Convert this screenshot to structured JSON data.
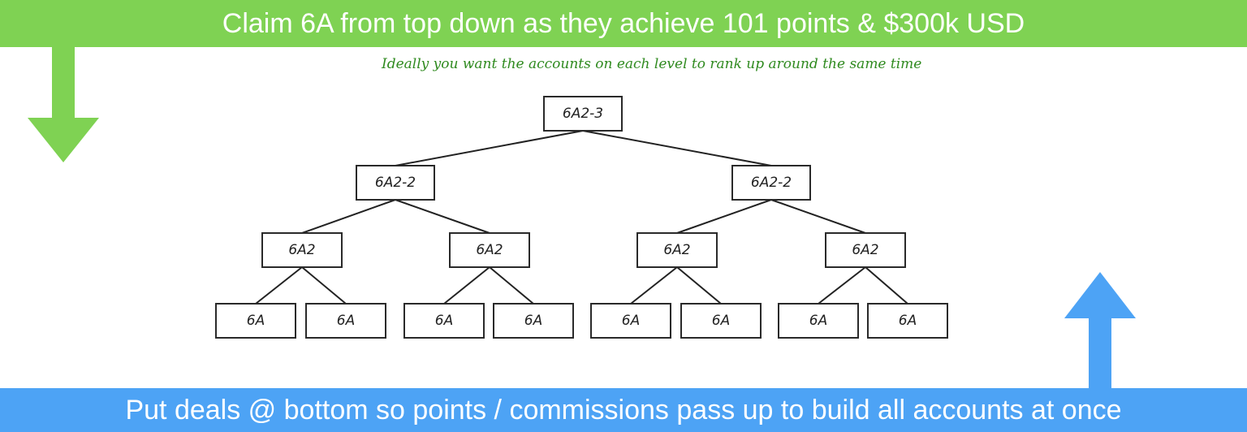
{
  "header": {
    "text": "Claim 6A from top down as they achieve 101 points & $300k USD",
    "color": "#7fd253"
  },
  "subtitle": "Ideally you want the accounts on each level to rank up around the same time",
  "footer": {
    "text": "Put deals @ bottom so points / commissions pass up to build all accounts at once",
    "color": "#4da3f5"
  },
  "tree": {
    "root": "6A2-3",
    "level2": [
      "6A2-2",
      "6A2-2"
    ],
    "level3": [
      "6A2",
      "6A2",
      "6A2",
      "6A2"
    ],
    "level4": [
      "6A",
      "6A",
      "6A",
      "6A",
      "6A",
      "6A",
      "6A",
      "6A"
    ]
  },
  "arrows": {
    "down": {
      "icon": "down-arrow-icon",
      "color": "#7fd253"
    },
    "up": {
      "icon": "up-arrow-icon",
      "color": "#4da3f5"
    }
  }
}
